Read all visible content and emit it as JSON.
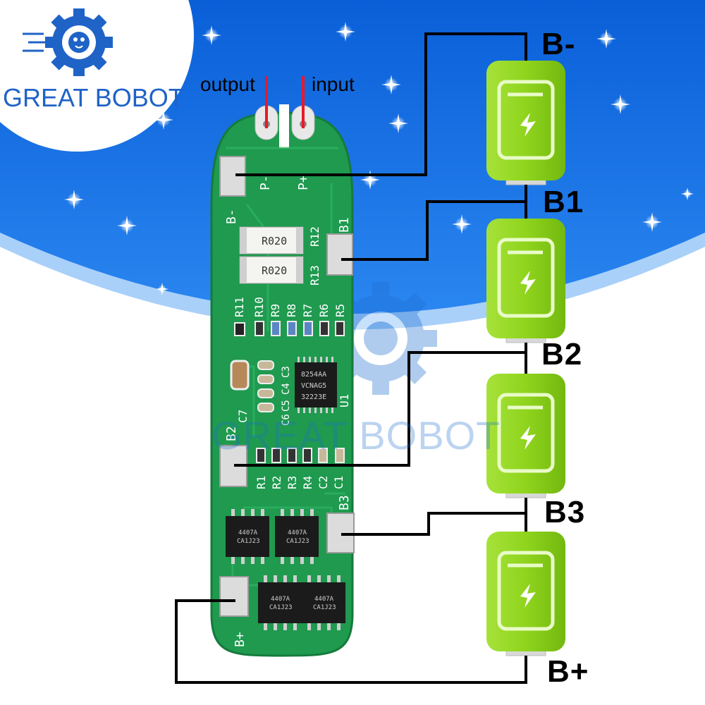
{
  "brand": {
    "name": "GREAT BOBOT",
    "watermark": "GREAT BOBOT"
  },
  "pins": {
    "output": "output",
    "input": "input"
  },
  "battery_labels": [
    "B-",
    "B1",
    "B2",
    "B3",
    "B+"
  ],
  "pcb": {
    "pad_labels": {
      "b_minus": "B-",
      "b1": "B1",
      "b2": "B2",
      "b3": "B3",
      "b_plus": "B+",
      "p_minus": "P-",
      "p_plus": "P+"
    },
    "shunts": [
      "R020",
      "R020"
    ],
    "resistor_labels_top": [
      "R11",
      "R10",
      "R9",
      "R8",
      "R7",
      "R6",
      "R5"
    ],
    "resistor_labels_bottom": [
      "R1",
      "R2",
      "R3",
      "R4",
      "C2",
      "C1"
    ],
    "misc_labels": {
      "r12": "R12",
      "r13": "R13",
      "c7": "C7",
      "c3": "C3",
      "c4": "C4",
      "c5": "C5",
      "c6": "C6",
      "u1": "U1"
    },
    "ic_text": [
      "8254AA",
      "VCNAG5",
      "32223E"
    ],
    "mosfet_text": [
      "4407A",
      "CA1J23"
    ]
  },
  "colors": {
    "sky": "#1a6fe0",
    "pcb": "#1f9a4f",
    "battery": "#8fd41d",
    "wire": "#000000",
    "brand": "#1f63c7",
    "pin_marker": "#e8192c"
  }
}
